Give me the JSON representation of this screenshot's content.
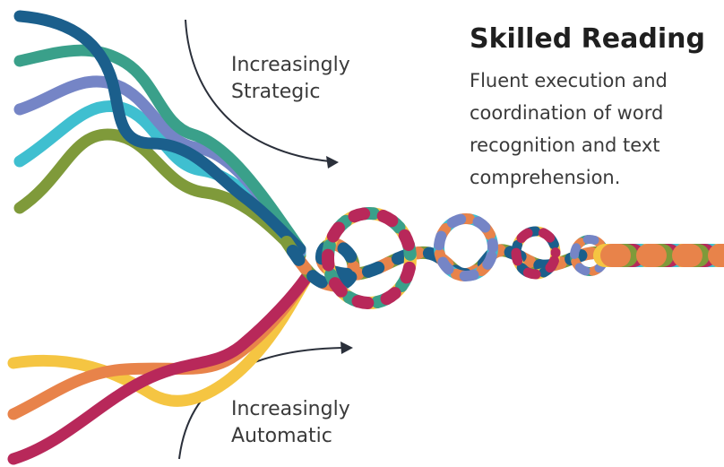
{
  "labels": {
    "strategic": [
      "Increasingly",
      "Strategic"
    ],
    "automatic": [
      "Increasingly",
      "Automatic"
    ]
  },
  "skilled_reading": {
    "title": "Skilled Reading",
    "description": [
      "Fluent execution and",
      "coordination of word",
      "recognition and text",
      "comprehension."
    ]
  },
  "colors": {
    "upper_strands": [
      "#1b5f8c",
      "#3aa08a",
      "#7585c6",
      "#3fbfd0",
      "#7f9a3a"
    ],
    "lower_strands": [
      "#f5c542",
      "#e8834a",
      "#b8285a"
    ],
    "text": "#3a3a3a",
    "title": "#1f1f1f",
    "arrow": "#2a2f3a"
  }
}
